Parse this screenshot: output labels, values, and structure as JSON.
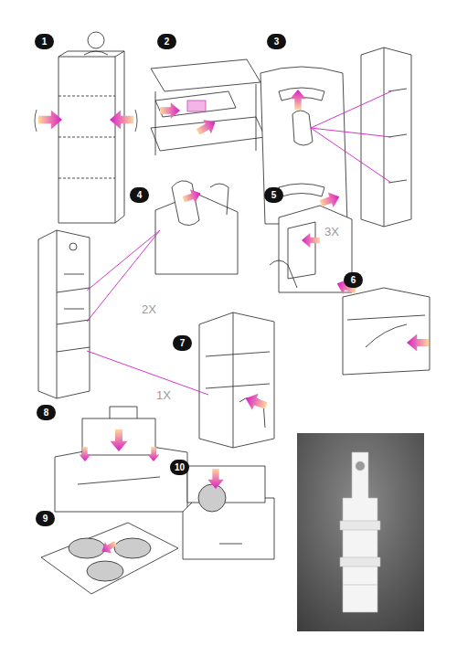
{
  "diagram": {
    "labels": [
      "1",
      "2",
      "3",
      "3X",
      "4",
      "2X",
      "5",
      "6",
      "7",
      "1X",
      "8",
      "9",
      "10"
    ]
  }
}
